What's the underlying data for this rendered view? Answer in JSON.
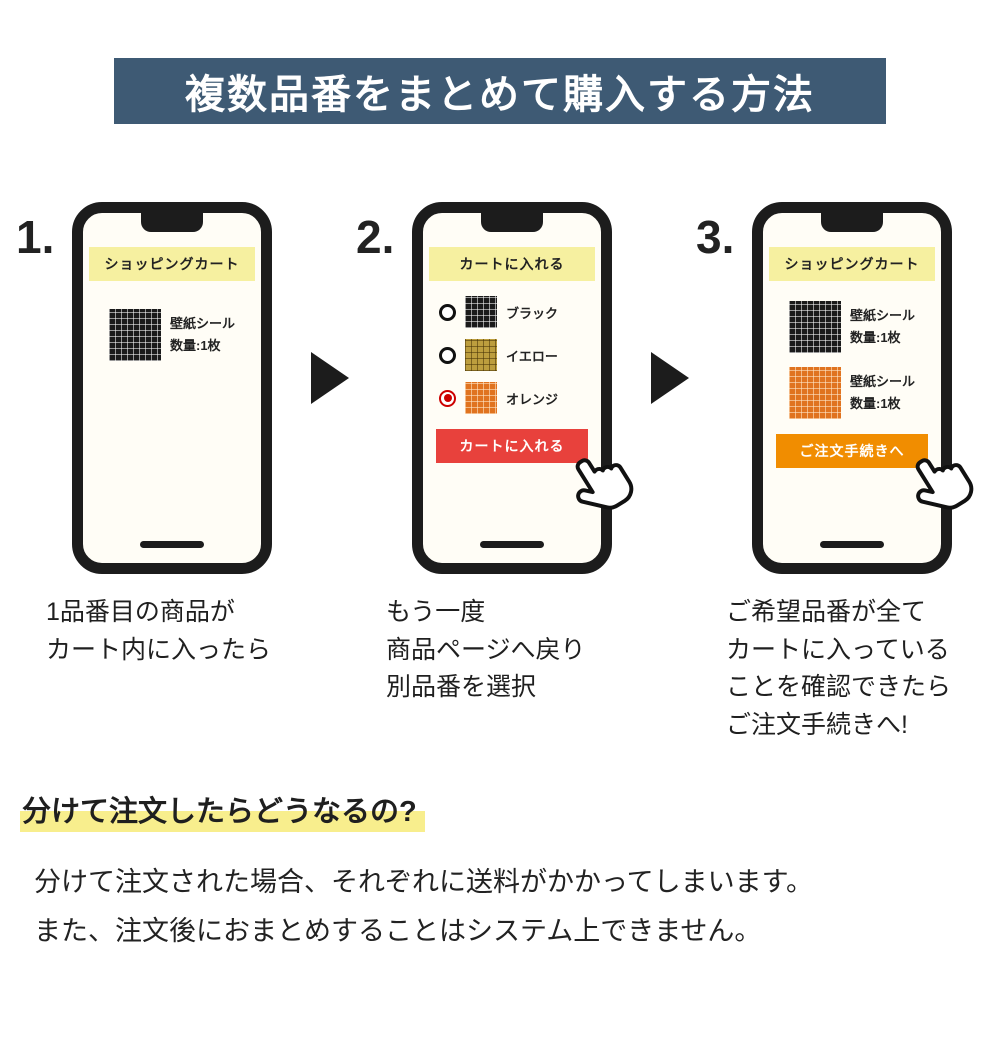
{
  "banner": {
    "title": "複数品番をまとめて購入する方法"
  },
  "steps": [
    {
      "number": "1.",
      "phone": {
        "header": "ショッピングカート",
        "items": [
          {
            "swatch": "black",
            "lines": [
              "壁紙シール",
              "数量:1枚"
            ]
          }
        ]
      },
      "caption": [
        "1品番目の商品が",
        "カート内に入ったら"
      ]
    },
    {
      "number": "2.",
      "phone": {
        "header": "カートに入れる",
        "options": [
          {
            "swatch": "black",
            "label": "ブラック",
            "selected": false
          },
          {
            "swatch": "yellow",
            "label": "イエロー",
            "selected": false
          },
          {
            "swatch": "orange",
            "label": "オレンジ",
            "selected": true
          }
        ],
        "button": {
          "label": "カートに入れる"
        }
      },
      "caption": [
        "もう一度",
        "商品ページへ戻り",
        "別品番を選択"
      ]
    },
    {
      "number": "3.",
      "phone": {
        "header": "ショッピングカート",
        "items": [
          {
            "swatch": "black",
            "lines": [
              "壁紙シール",
              "数量:1枚"
            ]
          },
          {
            "swatch": "orange",
            "lines": [
              "壁紙シール",
              "数量:1枚"
            ]
          }
        ],
        "button": {
          "label": "ご注文手続きへ"
        }
      },
      "caption": [
        "ご希望品番が全て",
        "カートに入っている",
        "ことを確認できたら",
        "ご注文手続きへ!"
      ]
    }
  ],
  "note": {
    "heading": "分けて注文したらどうなるの?",
    "body": [
      "分けて注文された場合、それぞれに送料がかかってしまいます。",
      "また、注文後におまとめすることはシステム上できません。"
    ]
  },
  "colors": {
    "banner_bg": "#3e5a74",
    "phone_header_bg": "#f6f0a0",
    "add_to_cart_button": "#e8413c",
    "checkout_button": "#f18d00",
    "heading_highlight": "#f8ee8d",
    "swatch_black": "#1a1a1a",
    "swatch_yellow": "#bd9e3e",
    "swatch_orange": "#e0731f"
  }
}
